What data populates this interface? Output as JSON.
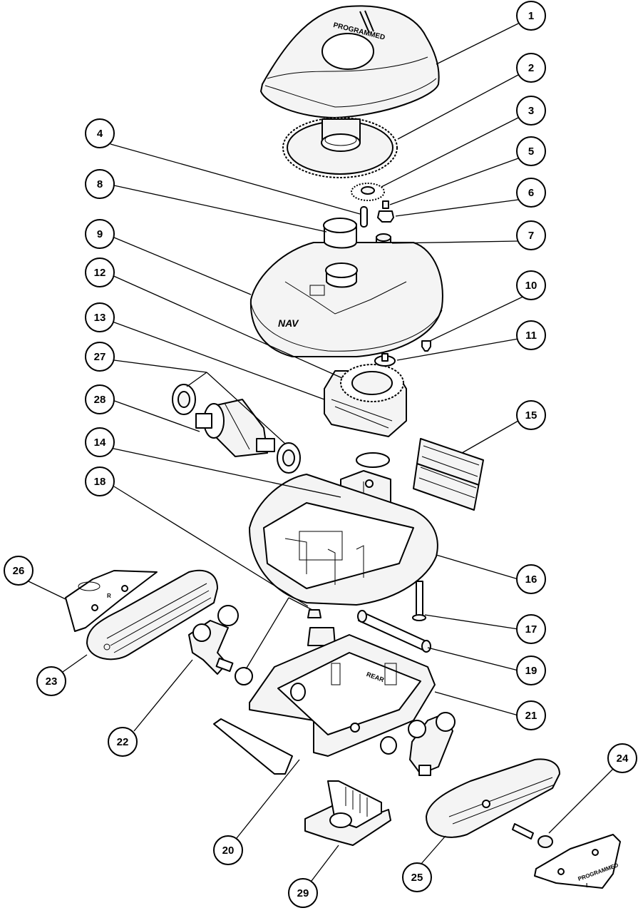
{
  "diagram": {
    "labels": {
      "top_cover_text": "PROGRAMMED",
      "body_logo_text": "NAV",
      "frame_text": "REAR",
      "left_side_letter": "R",
      "right_side_letter": "L",
      "right_cap_text": "PROGRAMMED"
    },
    "callouts": [
      {
        "id": "1",
        "label": "1"
      },
      {
        "id": "2",
        "label": "2"
      },
      {
        "id": "3",
        "label": "3"
      },
      {
        "id": "4",
        "label": "4"
      },
      {
        "id": "5",
        "label": "5"
      },
      {
        "id": "6",
        "label": "6"
      },
      {
        "id": "7",
        "label": "7"
      },
      {
        "id": "8",
        "label": "8"
      },
      {
        "id": "9",
        "label": "9"
      },
      {
        "id": "10",
        "label": "10"
      },
      {
        "id": "11",
        "label": "11"
      },
      {
        "id": "12",
        "label": "12"
      },
      {
        "id": "13",
        "label": "13"
      },
      {
        "id": "14",
        "label": "14"
      },
      {
        "id": "15",
        "label": "15"
      },
      {
        "id": "16",
        "label": "16"
      },
      {
        "id": "17",
        "label": "17"
      },
      {
        "id": "18",
        "label": "18"
      },
      {
        "id": "19",
        "label": "19"
      },
      {
        "id": "20",
        "label": "20"
      },
      {
        "id": "21",
        "label": "21"
      },
      {
        "id": "22",
        "label": "22"
      },
      {
        "id": "23",
        "label": "23"
      },
      {
        "id": "24",
        "label": "24"
      },
      {
        "id": "25",
        "label": "25"
      },
      {
        "id": "26",
        "label": "26"
      },
      {
        "id": "27",
        "label": "27"
      },
      {
        "id": "28",
        "label": "28"
      },
      {
        "id": "29",
        "label": "29"
      }
    ]
  }
}
